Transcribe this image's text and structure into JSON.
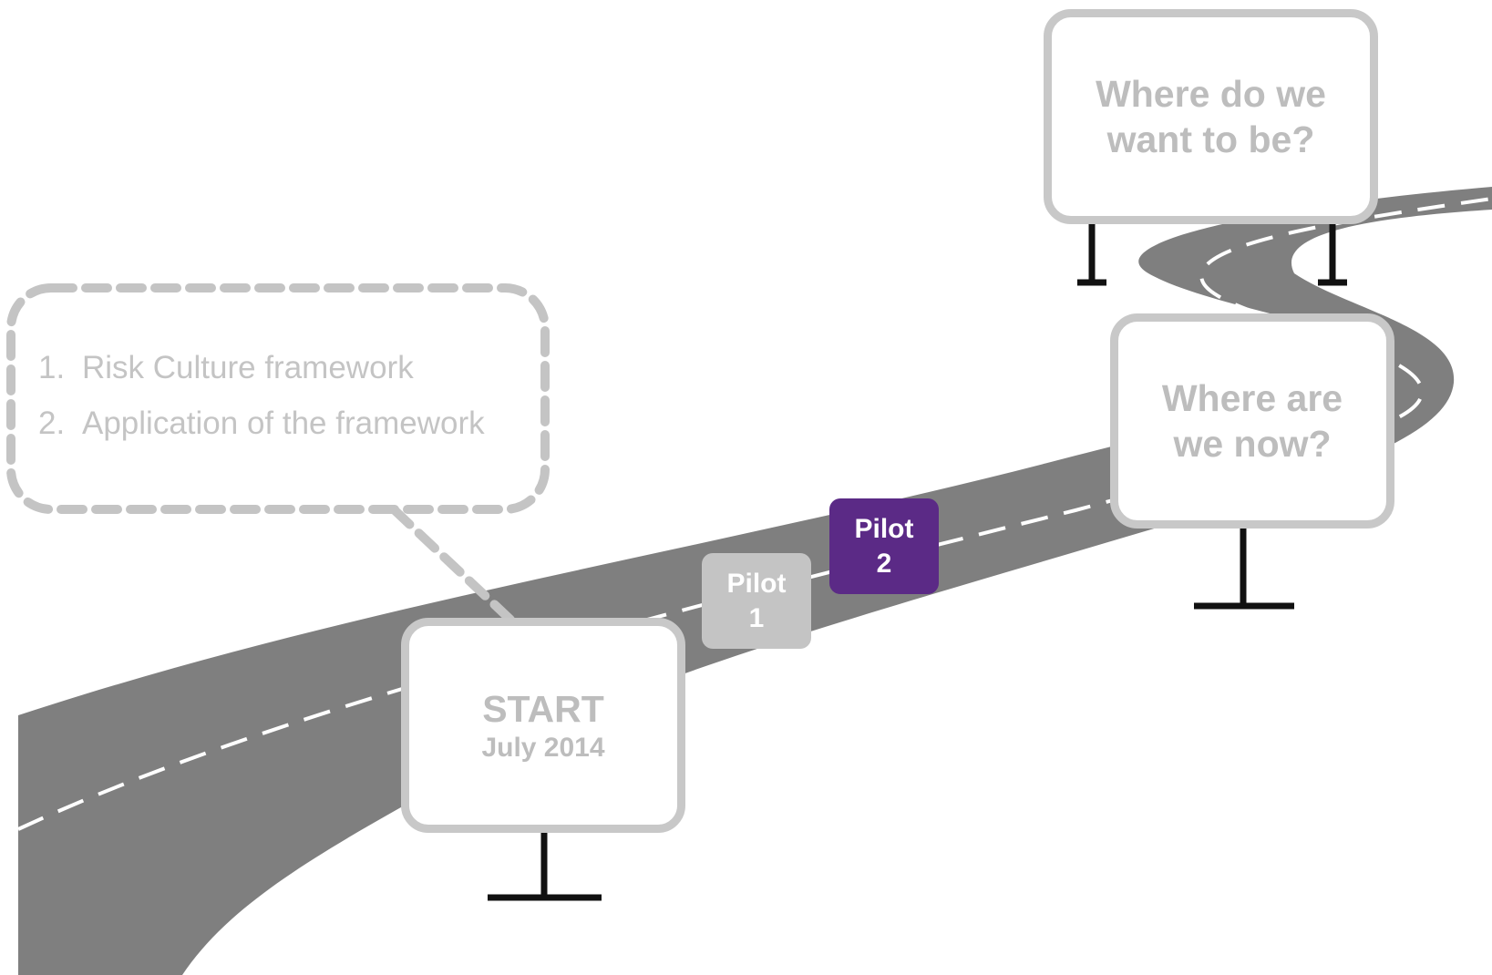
{
  "diagram": {
    "signs": {
      "start": {
        "title": "START",
        "subtitle": "July 2014"
      },
      "now": {
        "line1": "Where are",
        "line2": "we now?"
      },
      "want": {
        "line1": "Where do we",
        "line2": "want to be?"
      }
    },
    "pilots": [
      {
        "line1": "Pilot",
        "line2": "1",
        "color": "#c4c4c4"
      },
      {
        "line1": "Pilot",
        "line2": "2",
        "color": "#5b2a86"
      }
    ],
    "callout": {
      "items": [
        {
          "number": "1.",
          "text": "Risk Culture framework"
        },
        {
          "number": "2.",
          "text": "Application of the framework"
        }
      ]
    },
    "colors": {
      "road": "#7f7f7f",
      "sign_border": "#c8c8c8",
      "callout_border": "#c4c4c4",
      "post": "#111111"
    }
  }
}
